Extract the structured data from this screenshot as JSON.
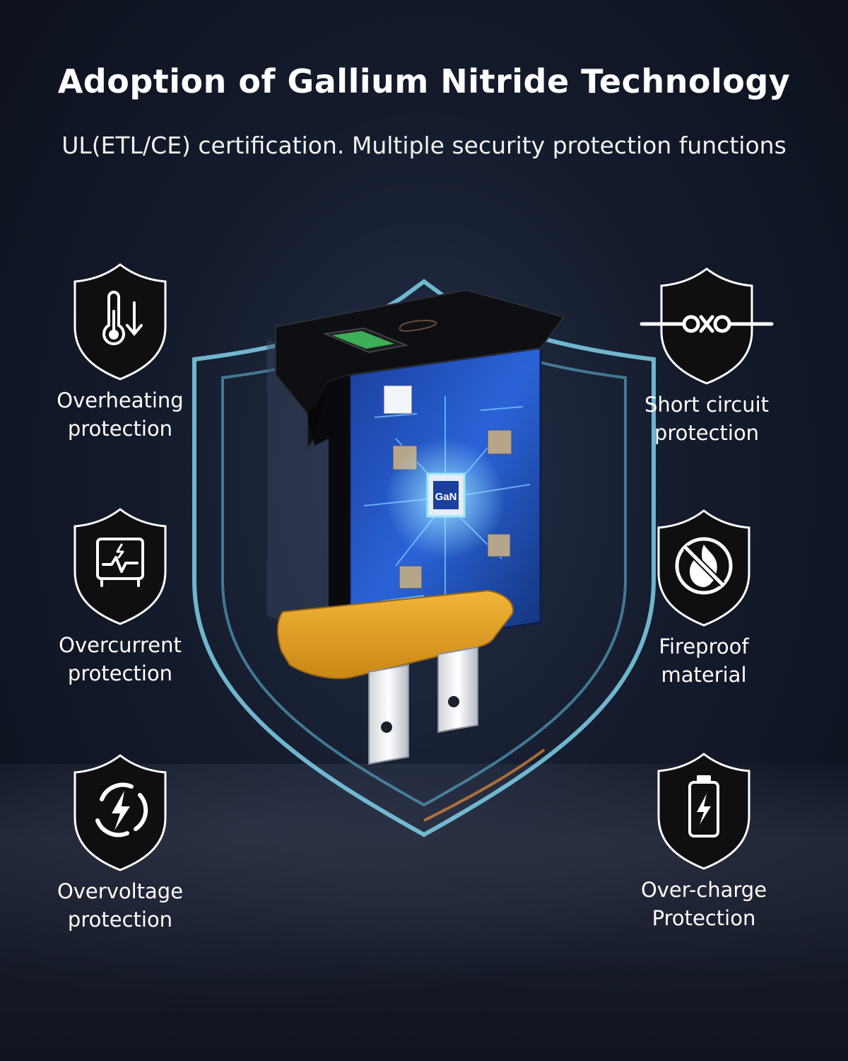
{
  "headline": "Adoption of Gallium Nitride Technology",
  "subline": "UL(ETL/CE) certification. Multiple security protection functions",
  "chip_label": "GaN",
  "features": [
    {
      "icon": "thermometer-down-icon",
      "line1": "Overheating",
      "line2": "protection"
    },
    {
      "icon": "short-circuit-icon",
      "line1": "Short circuit",
      "line2": "protection"
    },
    {
      "icon": "monitor-pulse-icon",
      "line1": "Overcurrent",
      "line2": "protection"
    },
    {
      "icon": "no-fire-icon",
      "line1": "Fireproof",
      "line2": "material"
    },
    {
      "icon": "lightning-ring-icon",
      "line1": "Overvoltage",
      "line2": "protection"
    },
    {
      "icon": "battery-bolt-icon",
      "line1": "Over-charge",
      "line2": "Protection"
    }
  ],
  "colors": {
    "background": "#141b2c",
    "shield_glow": "#7fd1ea",
    "badge_fill": "#0f0f12",
    "plug_base": "#e8a62c",
    "circuit_blue": "#2a63d8"
  }
}
